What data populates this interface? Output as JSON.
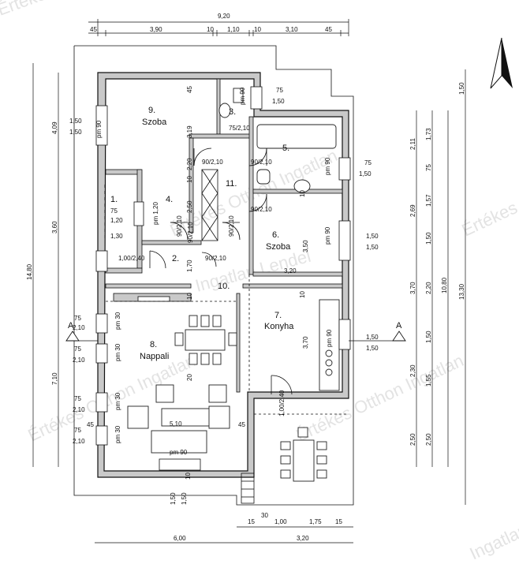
{
  "watermarks": [
    "Értékes Otthon Ingatlan",
    "Értékes Otthon Ingatlan",
    "Értékes Otthon Ingatlan",
    "Értékes Otthon Ingatlan",
    "Értékes",
    "Ingatlan Lendel",
    "Ingatlan"
  ],
  "rooms": [
    {
      "id": "9",
      "num": "9.",
      "name": "Szoba"
    },
    {
      "id": "3",
      "num": "3.",
      "name": ""
    },
    {
      "id": "5",
      "num": "5.",
      "name": ""
    },
    {
      "id": "11",
      "num": "11.",
      "name": ""
    },
    {
      "id": "1",
      "num": "1.",
      "name": ""
    },
    {
      "id": "4",
      "num": "4.",
      "name": ""
    },
    {
      "id": "6",
      "num": "6.",
      "name": "Szoba"
    },
    {
      "id": "2",
      "num": "2.",
      "name": ""
    },
    {
      "id": "10",
      "num": "10.",
      "name": ""
    },
    {
      "id": "7",
      "num": "7.",
      "name": "Konyha"
    },
    {
      "id": "8",
      "num": "8.",
      "name": "Nappali"
    }
  ],
  "top_dims": {
    "total": "9,20",
    "segments": [
      "45",
      "3,90",
      "10",
      "1,10",
      "10",
      "3,10",
      "45"
    ]
  },
  "bottom_dims": {
    "upper": [
      "15",
      "30",
      "1,00",
      "1,75",
      "15"
    ],
    "lower": [
      "6,00",
      "3,20"
    ]
  },
  "left_dims": {
    "total": "14,80",
    "segments": [
      "4,09",
      "3,60",
      "7,10"
    ]
  },
  "right_dims": {
    "col1": [
      "2,11",
      "2,69",
      "3,70",
      "2,30",
      "2,50"
    ],
    "col2": [
      "1,73",
      "75",
      "1,57",
      "1,50",
      "2,20",
      "1,50",
      "1,55",
      "2,50"
    ],
    "col3": [
      "10,80"
    ],
    "col4": [
      "1,50",
      "13,30"
    ]
  },
  "windows": [
    {
      "label": "pm 90",
      "dims": [
        "1,50",
        "1,50"
      ]
    },
    {
      "label": "pm 90",
      "dims": [
        "75",
        "1,50"
      ]
    },
    {
      "label": "pm 90",
      "dims": [
        "75",
        "1,50"
      ]
    },
    {
      "label": "pm 1,20",
      "dims": [
        "75",
        "1,20"
      ]
    },
    {
      "label": "pm 90",
      "dims": [
        "1,50",
        "1,50"
      ]
    },
    {
      "label": "pm 90",
      "dims": [
        "1,50",
        "1,50"
      ]
    },
    {
      "label": "pm 30",
      "dims": [
        "75",
        "2,10"
      ]
    },
    {
      "label": "pm 30",
      "dims": [
        "75",
        "2,10"
      ]
    },
    {
      "label": "pm 30",
      "dims": [
        "75",
        "2,10"
      ]
    },
    {
      "label": "pm 30",
      "dims": [
        "75",
        "2,10"
      ]
    },
    {
      "label": "pm 90",
      "dims": [
        "1,50",
        "1,50"
      ]
    }
  ],
  "doors": [
    "90/2,10",
    "90/2,10",
    "75/2,10",
    "90/2,10",
    "90/2,10",
    "90/2,10",
    "90/2,10",
    "90/2,10",
    "1,00/2,40",
    "1,00/2,40"
  ],
  "inner_dims": [
    "45",
    "3,19",
    "2,50",
    "3,50",
    "3,20",
    "3,70",
    "5,10",
    "45",
    "45",
    "1,30",
    "20",
    "1,70",
    "2,20",
    "10",
    "10",
    "10",
    "10",
    "10"
  ],
  "section_marks": [
    "A",
    "A"
  ]
}
